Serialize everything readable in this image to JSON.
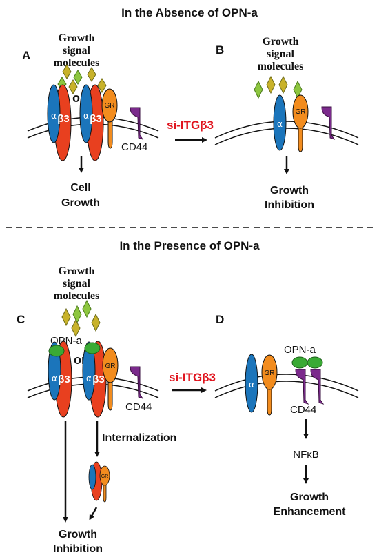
{
  "headers": {
    "absence": "In the Absence of OPN-a",
    "presence": "In the Presence of OPN-a"
  },
  "panels": {
    "a": "A",
    "b": "B",
    "c": "C",
    "d": "D"
  },
  "labels": {
    "growth_signal_line1": "Growth",
    "growth_signal_line2": "signal",
    "growth_signal_line3": "molecules",
    "or": "or",
    "cd44": "CD44",
    "gr": "GR",
    "alpha": "α",
    "beta3": "β3",
    "opn_a": "OPN-a",
    "si_itgb3": "si-ITGβ3",
    "internalization": "Internalization",
    "nfkb": "NFκB"
  },
  "outcomes": {
    "a_line1": "Cell",
    "a_line2": "Growth",
    "b_line1": "Growth",
    "b_line2": "Inhibition",
    "c_line1": "Growth",
    "c_line2": "Inhibition",
    "d_line1": "Growth",
    "d_line2": "Enhancement"
  },
  "colors": {
    "alpha_integrin": "#1b75bb",
    "beta3_integrin": "#e8401f",
    "gr_receptor": "#f28c1e",
    "cd44": "#7b2a8c",
    "opn_a": "#3aaa35",
    "ligand_green": "#8dc63f",
    "ligand_olive": "#c8b22a",
    "si_text": "#e0141e"
  }
}
